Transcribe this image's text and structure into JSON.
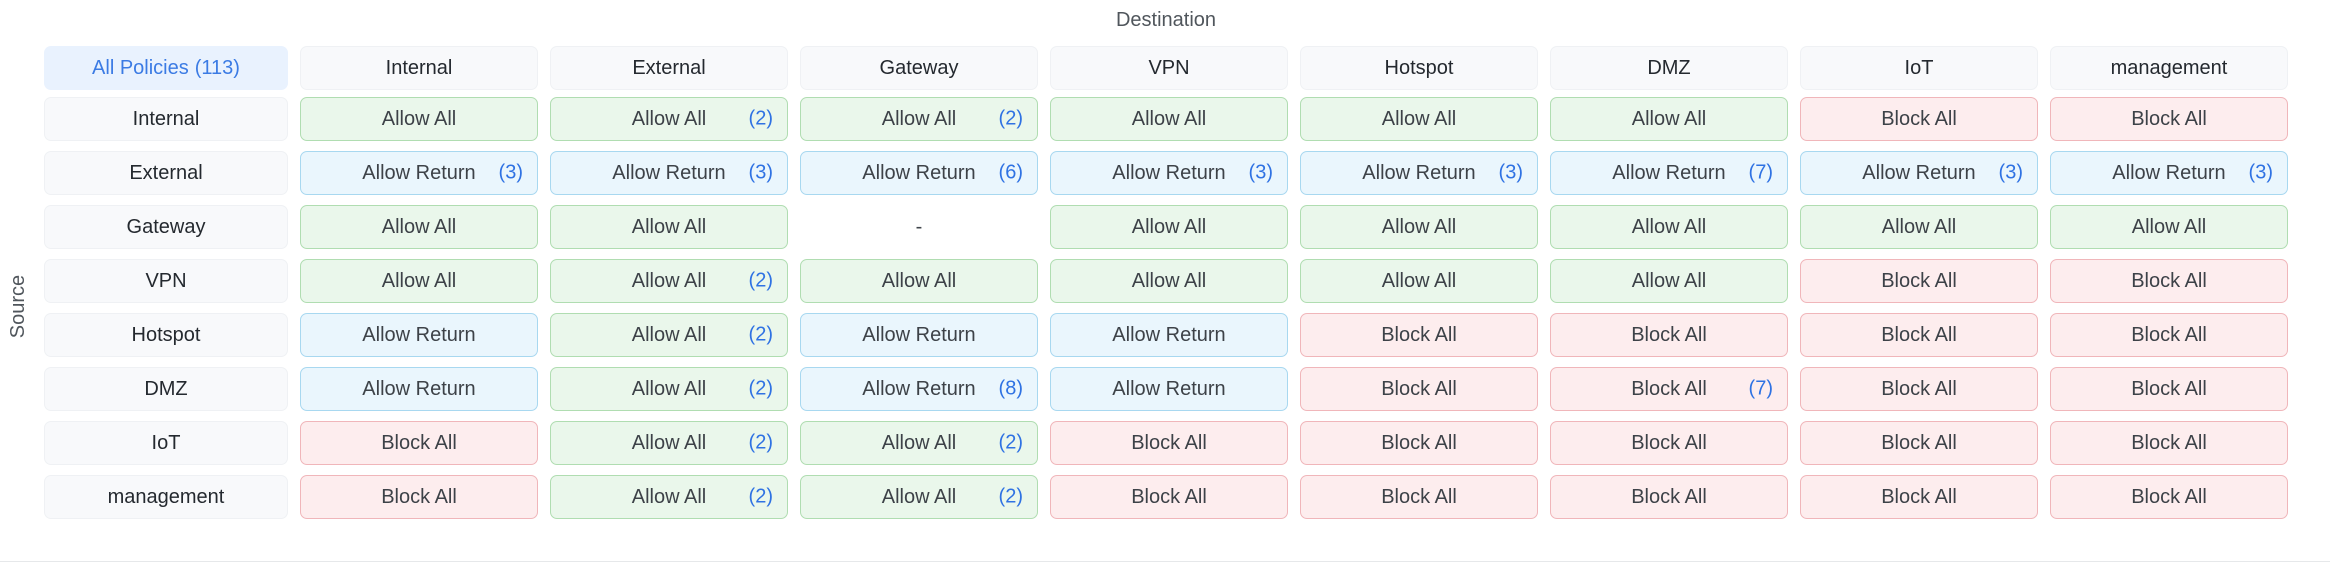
{
  "axes": {
    "destination": "Destination",
    "source": "Source"
  },
  "matrix": {
    "all_policies": {
      "label": "All Policies",
      "count": "(113)"
    },
    "columns": [
      "Internal",
      "External",
      "Gateway",
      "VPN",
      "Hotspot",
      "DMZ",
      "IoT",
      "management"
    ],
    "rows": [
      {
        "label": "Internal",
        "cells": [
          {
            "label": "Allow All",
            "count": "",
            "type": "allow"
          },
          {
            "label": "Allow All",
            "count": "(2)",
            "type": "allow"
          },
          {
            "label": "Allow All",
            "count": "(2)",
            "type": "allow"
          },
          {
            "label": "Allow All",
            "count": "",
            "type": "allow"
          },
          {
            "label": "Allow All",
            "count": "",
            "type": "allow"
          },
          {
            "label": "Allow All",
            "count": "",
            "type": "allow"
          },
          {
            "label": "Block All",
            "count": "",
            "type": "block"
          },
          {
            "label": "Block All",
            "count": "",
            "type": "block"
          }
        ]
      },
      {
        "label": "External",
        "cells": [
          {
            "label": "Allow Return",
            "count": "(3)",
            "type": "return"
          },
          {
            "label": "Allow Return",
            "count": "(3)",
            "type": "return"
          },
          {
            "label": "Allow Return",
            "count": "(6)",
            "type": "return"
          },
          {
            "label": "Allow Return",
            "count": "(3)",
            "type": "return"
          },
          {
            "label": "Allow Return",
            "count": "(3)",
            "type": "return"
          },
          {
            "label": "Allow Return",
            "count": "(7)",
            "type": "return"
          },
          {
            "label": "Allow Return",
            "count": "(3)",
            "type": "return"
          },
          {
            "label": "Allow Return",
            "count": "(3)",
            "type": "return"
          }
        ]
      },
      {
        "label": "Gateway",
        "cells": [
          {
            "label": "Allow All",
            "count": "",
            "type": "allow"
          },
          {
            "label": "Allow All",
            "count": "",
            "type": "allow"
          },
          {
            "label": "-",
            "count": "",
            "type": "none"
          },
          {
            "label": "Allow All",
            "count": "",
            "type": "allow"
          },
          {
            "label": "Allow All",
            "count": "",
            "type": "allow"
          },
          {
            "label": "Allow All",
            "count": "",
            "type": "allow"
          },
          {
            "label": "Allow All",
            "count": "",
            "type": "allow"
          },
          {
            "label": "Allow All",
            "count": "",
            "type": "allow"
          }
        ]
      },
      {
        "label": "VPN",
        "cells": [
          {
            "label": "Allow All",
            "count": "",
            "type": "allow"
          },
          {
            "label": "Allow All",
            "count": "(2)",
            "type": "allow"
          },
          {
            "label": "Allow All",
            "count": "",
            "type": "allow"
          },
          {
            "label": "Allow All",
            "count": "",
            "type": "allow"
          },
          {
            "label": "Allow All",
            "count": "",
            "type": "allow"
          },
          {
            "label": "Allow All",
            "count": "",
            "type": "allow"
          },
          {
            "label": "Block All",
            "count": "",
            "type": "block"
          },
          {
            "label": "Block All",
            "count": "",
            "type": "block"
          }
        ]
      },
      {
        "label": "Hotspot",
        "cells": [
          {
            "label": "Allow Return",
            "count": "",
            "type": "return"
          },
          {
            "label": "Allow All",
            "count": "(2)",
            "type": "allow"
          },
          {
            "label": "Allow Return",
            "count": "",
            "type": "return"
          },
          {
            "label": "Allow Return",
            "count": "",
            "type": "return"
          },
          {
            "label": "Block All",
            "count": "",
            "type": "block"
          },
          {
            "label": "Block All",
            "count": "",
            "type": "block"
          },
          {
            "label": "Block All",
            "count": "",
            "type": "block"
          },
          {
            "label": "Block All",
            "count": "",
            "type": "block"
          }
        ]
      },
      {
        "label": "DMZ",
        "cells": [
          {
            "label": "Allow Return",
            "count": "",
            "type": "return"
          },
          {
            "label": "Allow All",
            "count": "(2)",
            "type": "allow"
          },
          {
            "label": "Allow Return",
            "count": "(8)",
            "type": "return"
          },
          {
            "label": "Allow Return",
            "count": "",
            "type": "return"
          },
          {
            "label": "Block All",
            "count": "",
            "type": "block"
          },
          {
            "label": "Block All",
            "count": "(7)",
            "type": "block"
          },
          {
            "label": "Block All",
            "count": "",
            "type": "block"
          },
          {
            "label": "Block All",
            "count": "",
            "type": "block"
          }
        ]
      },
      {
        "label": "IoT",
        "cells": [
          {
            "label": "Block All",
            "count": "",
            "type": "block"
          },
          {
            "label": "Allow All",
            "count": "(2)",
            "type": "allow"
          },
          {
            "label": "Allow All",
            "count": "(2)",
            "type": "allow"
          },
          {
            "label": "Block All",
            "count": "",
            "type": "block"
          },
          {
            "label": "Block All",
            "count": "",
            "type": "block"
          },
          {
            "label": "Block All",
            "count": "",
            "type": "block"
          },
          {
            "label": "Block All",
            "count": "",
            "type": "block"
          },
          {
            "label": "Block All",
            "count": "",
            "type": "block"
          }
        ]
      },
      {
        "label": "management",
        "cells": [
          {
            "label": "Block All",
            "count": "",
            "type": "block"
          },
          {
            "label": "Allow All",
            "count": "(2)",
            "type": "allow"
          },
          {
            "label": "Allow All",
            "count": "(2)",
            "type": "allow"
          },
          {
            "label": "Block All",
            "count": "",
            "type": "block"
          },
          {
            "label": "Block All",
            "count": "",
            "type": "block"
          },
          {
            "label": "Block All",
            "count": "",
            "type": "block"
          },
          {
            "label": "Block All",
            "count": "",
            "type": "block"
          },
          {
            "label": "Block All",
            "count": "",
            "type": "block"
          }
        ]
      }
    ]
  },
  "colors": {
    "allow_bg": "#eaf7eb",
    "allow_border": "#b0ddb1",
    "return_bg": "#eaf6fd",
    "return_border": "#a8d8f0",
    "block_bg": "#fdedee",
    "block_border": "#f0b6ba",
    "count_text": "#2f72e3",
    "all_policies_text": "#3b7be4",
    "all_policies_bg": "#e9f2fe",
    "header_bg": "#f8f9fb",
    "cell_text": "#3d4248",
    "axis_text": "#50565c"
  }
}
